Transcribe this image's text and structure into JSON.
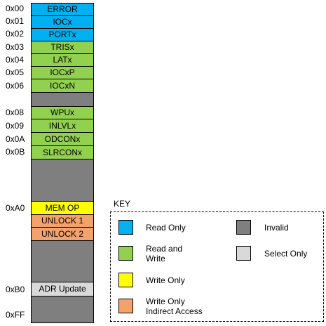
{
  "memory_map": {
    "rows": [
      {
        "addr": "0x00",
        "label": "ERROR",
        "type": "ro"
      },
      {
        "addr": "0x01",
        "label": "IOCx",
        "type": "ro"
      },
      {
        "addr": "0x02",
        "label": "PORTx",
        "type": "ro"
      },
      {
        "addr": "0x03",
        "label": "TRISx",
        "type": "rw"
      },
      {
        "addr": "0x04",
        "label": "LATx",
        "type": "rw"
      },
      {
        "addr": "0x05",
        "label": "IOCxP",
        "type": "rw"
      },
      {
        "addr": "0x06",
        "label": "IOCxN",
        "type": "rw"
      },
      {
        "addr": "",
        "label": "",
        "type": "inv"
      },
      {
        "addr": "0x08",
        "label": "WPUx",
        "type": "rw"
      },
      {
        "addr": "0x09",
        "label": "INLVLx",
        "type": "rw"
      },
      {
        "addr": "0x0A",
        "label": "ODCONx",
        "type": "rw"
      },
      {
        "addr": "0x0B",
        "label": "SLRCONx",
        "type": "rw"
      },
      {
        "addr": "",
        "label": "",
        "type": "inv"
      },
      {
        "addr": "0xA0",
        "label": "MEM OP",
        "type": "wo"
      },
      {
        "addr": "",
        "label": "UNLOCK 1",
        "type": "wi"
      },
      {
        "addr": "",
        "label": "UNLOCK 2",
        "type": "wi"
      },
      {
        "addr": "",
        "label": "",
        "type": "inv"
      },
      {
        "addr": "0xB0",
        "label": "ADR Update",
        "type": "sel"
      },
      {
        "addr": "0xFF",
        "label": "",
        "type": "inv"
      }
    ]
  },
  "key": {
    "title": "KEY",
    "items": [
      {
        "label": "Read Only",
        "color": "#00b0f0"
      },
      {
        "label": "Read and\nWrite",
        "color": "#92d050"
      },
      {
        "label": "Write Only",
        "color": "#ffff00"
      },
      {
        "label": "Write Only\nIndirect Access",
        "color": "#f4a26b"
      },
      {
        "label": "Invalid",
        "color": "#7f7f7f"
      },
      {
        "label": "Select Only",
        "color": "#d9d9d9"
      }
    ]
  },
  "colors": {
    "read_only": "#00b0f0",
    "read_write": "#92d050",
    "write_only": "#ffff00",
    "write_indirect": "#f4a26b",
    "invalid": "#7f7f7f",
    "select_only": "#d9d9d9"
  }
}
